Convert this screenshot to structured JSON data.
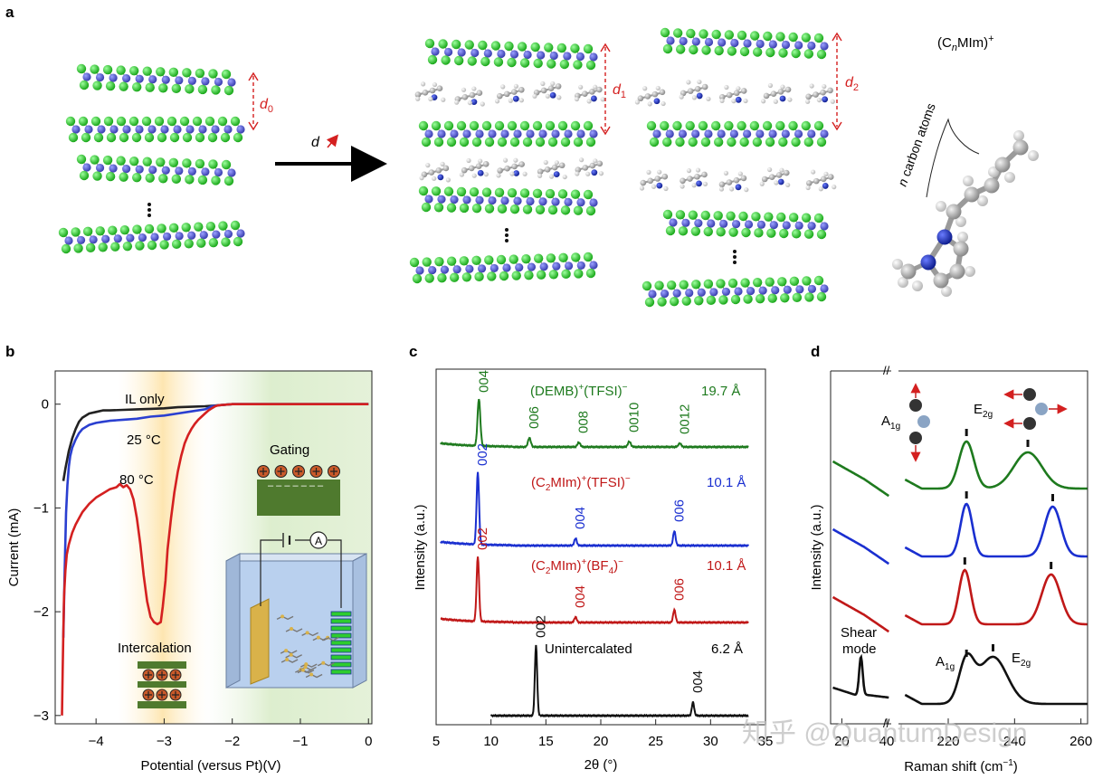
{
  "panels": {
    "a": {
      "letter": "a",
      "d0": "d",
      "d0_sub": "0",
      "d1": "d",
      "d1_sub": "1",
      "d2": "d",
      "d2_sub": "2",
      "arrow_label": "d",
      "cation_label_pre": "(C",
      "cation_label_n": "n",
      "cation_label_post": "MIm)",
      "cation_charge": "+",
      "n_carbon_n": "n",
      "n_carbon_rest": " carbon atoms",
      "colors": {
        "metal": "#4a4fc0",
        "chalcogen": "#2ecc2e",
        "carbon": "#b0b0b0",
        "nitrogen": "#1a2fa8",
        "hydrogen": "#e8e8e8"
      }
    },
    "b": {
      "letter": "b",
      "xlabel": "Potential (versus Pt)(V)",
      "ylabel": "Current (mA)",
      "label_il": "IL only",
      "label_25": "25 °C",
      "label_80": "80 °C",
      "label_gating": "Gating",
      "label_intercalation": "Intercalation",
      "ammeter": "A",
      "chart_data": {
        "type": "line",
        "xlim": [
          -4.6,
          0.05
        ],
        "ylim": [
          -3.08,
          0.32
        ],
        "x_ticks": [
          -4,
          -3,
          -2,
          -1,
          0
        ],
        "x_tick_labels": [
          "−4",
          "−3",
          "−2",
          "−1",
          "0"
        ],
        "y_ticks": [
          0,
          -1,
          -2,
          -3
        ],
        "y_tick_labels": [
          "0",
          "−1",
          "−2",
          "−3"
        ],
        "series": [
          {
            "name": "IL only",
            "color": "#222222",
            "x": [
              -4.48,
              -4.45,
              -4.4,
              -4.35,
              -4.3,
              -4.25,
              -4.2,
              -4.1,
              -4.0,
              -3.9,
              -3.8,
              -3.6,
              -3.4,
              -3.2,
              -3.0,
              -2.8,
              -2.6,
              -2.4,
              -2.2,
              -2.0,
              -1.0,
              0.0
            ],
            "y": [
              -0.74,
              -0.62,
              -0.45,
              -0.33,
              -0.24,
              -0.17,
              -0.13,
              -0.09,
              -0.075,
              -0.06,
              -0.06,
              -0.055,
              -0.05,
              -0.045,
              -0.04,
              -0.03,
              -0.025,
              -0.02,
              -0.01,
              0,
              0,
              0
            ]
          },
          {
            "name": "25 °C",
            "color": "#2a3fd0",
            "x": [
              -4.48,
              -4.46,
              -4.44,
              -4.42,
              -4.4,
              -4.38,
              -4.35,
              -4.3,
              -4.25,
              -4.2,
              -4.1,
              -4.0,
              -3.9,
              -3.8,
              -3.7,
              -3.6,
              -3.4,
              -3.2,
              -3.0,
              -2.8,
              -2.6,
              -2.4,
              -2.3,
              -2.2,
              -2.0,
              0.0
            ],
            "y": [
              -2.25,
              -1.6,
              -1.05,
              -0.78,
              -0.6,
              -0.5,
              -0.42,
              -0.34,
              -0.28,
              -0.24,
              -0.2,
              -0.18,
              -0.17,
              -0.16,
              -0.155,
              -0.15,
              -0.14,
              -0.12,
              -0.11,
              -0.09,
              -0.07,
              -0.05,
              -0.02,
              -0.01,
              0,
              0
            ]
          },
          {
            "name": "80 °C",
            "color": "#d42020",
            "x": [
              -4.5,
              -4.49,
              -4.48,
              -4.47,
              -4.45,
              -4.43,
              -4.4,
              -4.35,
              -4.3,
              -4.25,
              -4.2,
              -4.1,
              -4.0,
              -3.9,
              -3.8,
              -3.7,
              -3.65,
              -3.6,
              -3.55,
              -3.5,
              -3.45,
              -3.4,
              -3.35,
              -3.3,
              -3.25,
              -3.2,
              -3.15,
              -3.1,
              -3.05,
              -3.02,
              -2.98,
              -2.95,
              -2.9,
              -2.85,
              -2.8,
              -2.75,
              -2.7,
              -2.65,
              -2.6,
              -2.55,
              -2.5,
              -2.45,
              -2.4,
              -2.35,
              -2.3,
              -2.25,
              -2.2,
              -2.0,
              0.0
            ],
            "y": [
              -3.0,
              -2.55,
              -2.2,
              -1.85,
              -1.6,
              -1.45,
              -1.35,
              -1.24,
              -1.16,
              -1.1,
              -1.04,
              -0.96,
              -0.9,
              -0.86,
              -0.82,
              -0.8,
              -0.77,
              -0.8,
              -0.78,
              -0.82,
              -0.92,
              -1.1,
              -1.35,
              -1.65,
              -1.9,
              -2.05,
              -2.1,
              -2.12,
              -2.1,
              -1.95,
              -1.7,
              -1.4,
              -1.1,
              -0.85,
              -0.65,
              -0.5,
              -0.38,
              -0.3,
              -0.24,
              -0.19,
              -0.15,
              -0.12,
              -0.09,
              -0.06,
              -0.04,
              -0.02,
              -0.01,
              0,
              0
            ]
          }
        ]
      }
    },
    "c": {
      "letter": "c",
      "xlabel": "2θ (°)",
      "ylabel": "Intensity (a.u.)",
      "chart_data": {
        "type": "line",
        "xlim": [
          5,
          35
        ],
        "x_ticks": [
          5,
          10,
          15,
          20,
          25,
          30,
          35
        ],
        "x_tick_labels": [
          "5",
          "10",
          "15",
          "20",
          "25",
          "30",
          "35"
        ],
        "series": [
          {
            "name": "(DEMB)+(TFSI)−",
            "color": "#1e7a1e",
            "spacing": "19.7 Å",
            "peaks": [
              {
                "x": 8.9,
                "label": "004"
              },
              {
                "x": 13.5,
                "label": "006"
              },
              {
                "x": 18.0,
                "label": "008"
              },
              {
                "x": 22.6,
                "label": "0010"
              },
              {
                "x": 27.2,
                "label": "0012"
              }
            ]
          },
          {
            "name": "(C2MIm)+(TFSI)−",
            "color": "#1a2fd0",
            "spacing": "10.1 Å",
            "peaks": [
              {
                "x": 8.8,
                "label": "002"
              },
              {
                "x": 17.7,
                "label": "004"
              },
              {
                "x": 26.7,
                "label": "006"
              }
            ]
          },
          {
            "name": "(C2MIm)+(BF4)−",
            "color": "#c01818",
            "spacing": "10.1 Å",
            "peaks": [
              {
                "x": 8.8,
                "label": "002"
              },
              {
                "x": 17.7,
                "label": "004"
              },
              {
                "x": 26.7,
                "label": "006"
              }
            ]
          },
          {
            "name": "Unintercalated",
            "color": "#111111",
            "spacing": "6.2 Å",
            "peaks": [
              {
                "x": 14.1,
                "label": "002"
              },
              {
                "x": 28.4,
                "label": "004"
              }
            ]
          }
        ]
      },
      "labels": {
        "demb_pre": "(DEMB)",
        "demb_sup1": "+",
        "demb_mid": "(TFSI)",
        "demb_sup2": "−",
        "tfsi_pre": "(C",
        "tfsi_sub": "2",
        "tfsi_mid": "MIm)",
        "tfsi_sup1": "+",
        "tfsi_post": "(TFSI)",
        "tfsi_sup2": "−",
        "bf4_pre": "(C",
        "bf4_sub": "2",
        "bf4_mid": "MIm)",
        "bf4_sup1": "+",
        "bf4_post": "(BF",
        "bf4_sub2": "4",
        "bf4_end": ")",
        "bf4_sup2": "−",
        "unint": "Unintercalated"
      }
    },
    "d": {
      "letter": "d",
      "xlabel": "Raman shift (cm",
      "xlabel_sup": "−1",
      "xlabel_end": ")",
      "ylabel": "Intensity (a.u.)",
      "a1g": "A",
      "a1g_sub": "1g",
      "e2g": "E",
      "e2g_sub": "2g",
      "shear_1": "Shear",
      "shear_2": "mode",
      "break_mark": "//",
      "x_ticks_left": [
        "20",
        "40"
      ],
      "x_ticks_right": [
        "220",
        "240",
        "260"
      ],
      "chart_data": {
        "type": "line",
        "x_left_range": [
          15,
          42
        ],
        "x_right_range": [
          205,
          262
        ],
        "series": [
          {
            "color": "#1e7a1e",
            "a1g_peak": 225.5,
            "e2g_peak": 244.0
          },
          {
            "color": "#1a2fd0",
            "a1g_peak": 225.5,
            "e2g_peak": 251.5
          },
          {
            "color": "#c01818",
            "a1g_peak": 225.0,
            "e2g_peak": 251.0
          },
          {
            "color": "#111111",
            "a1g_peak": 225.5,
            "e2g_peak": 233.5,
            "shear_peak": 28.5
          }
        ]
      }
    },
    "watermark": "知乎 @QuantumDesign"
  }
}
